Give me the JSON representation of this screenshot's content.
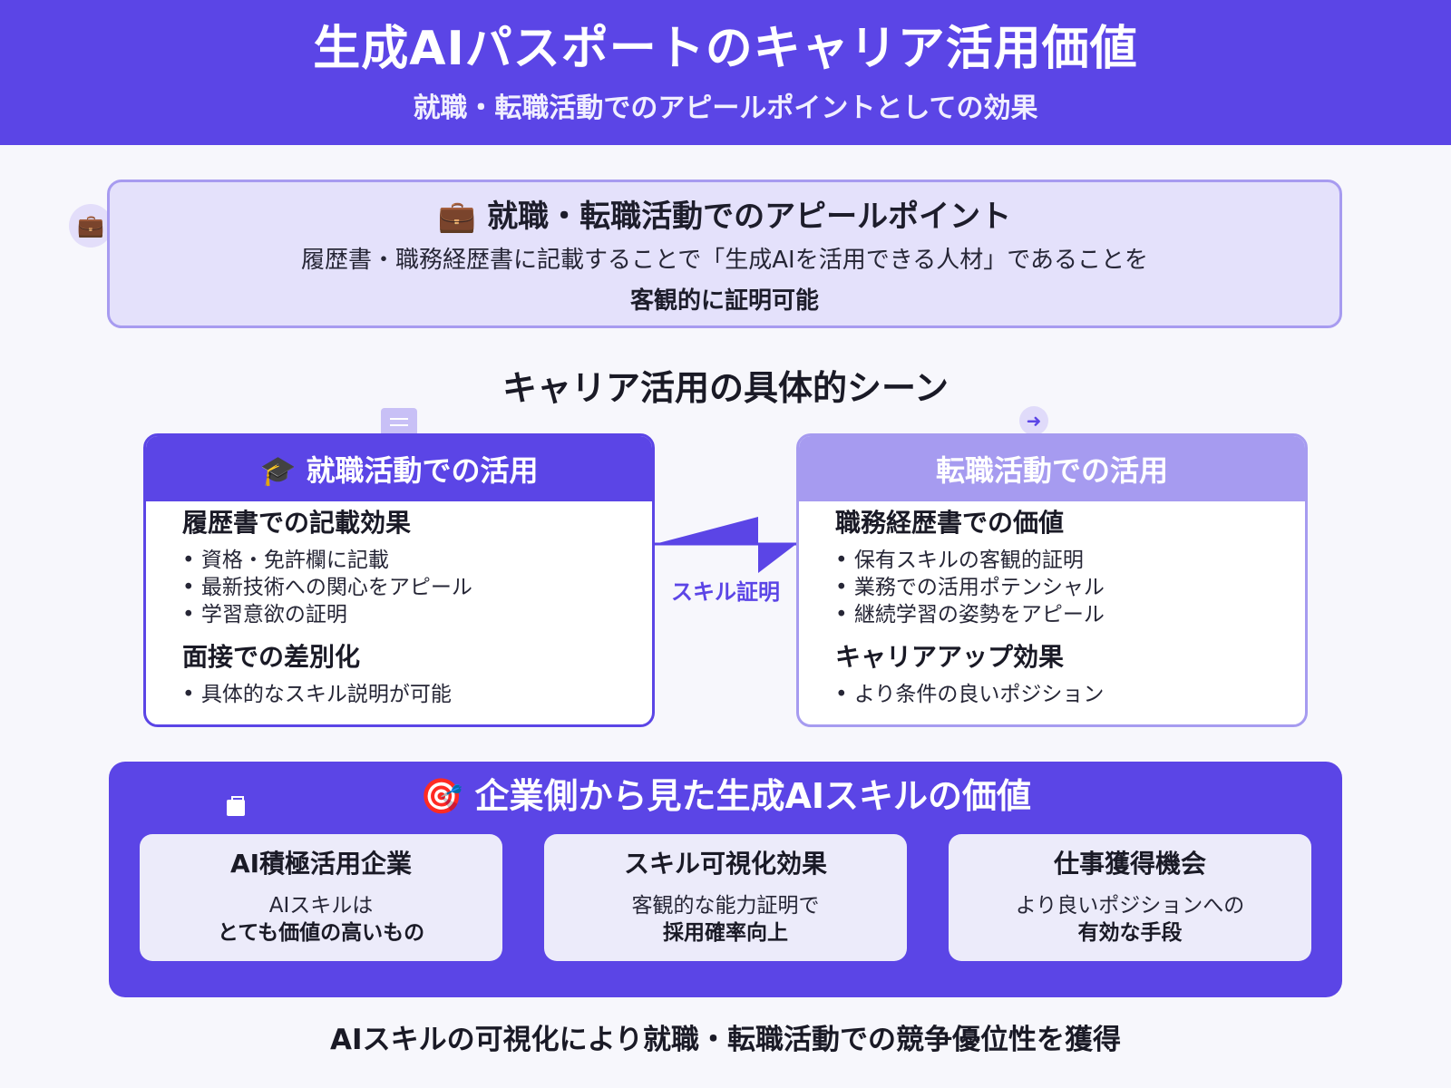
{
  "header": {
    "title": "生成AIパスポートのキャリア活用価値",
    "subtitle": "就職・転職活動でのアピールポイントとしての効果"
  },
  "appeal": {
    "badge_icon": "briefcase-icon",
    "title": "💼 就職・転職活動でのアピールポイント",
    "line1": "履歴書・職務経歴書に記載することで「生成AIを活用できる人材」であることを",
    "line2": "客観的に証明可能"
  },
  "scenes": {
    "title": "キャリア活用の具体的シーン",
    "connector_label": "スキル証明",
    "job_hunting": {
      "header": "🎓 就職活動での活用",
      "section1_title": "履歴書での記載効果",
      "section1_items": [
        "資格・免許欄に記載",
        "最新技術への関心をアピール",
        "学習意欲の証明"
      ],
      "section2_title": "面接での差別化",
      "section2_items": [
        "具体的なスキル説明が可能"
      ]
    },
    "job_change": {
      "header": "転職活動での活用",
      "section1_title": "職務経歴書での価値",
      "section1_items": [
        "保有スキルの客観的証明",
        "業務での活用ポテンシャル",
        "継続学習の姿勢をアピール"
      ],
      "section2_title": "キャリアアップ効果",
      "section2_items": [
        "より条件の良いポジション"
      ]
    }
  },
  "company_value": {
    "title": "🎯 企業側から見た生成AIスキルの価値",
    "cards": [
      {
        "title": "AI積極活用企業",
        "line1": "AIスキルは",
        "line2": "とても価値の高いもの"
      },
      {
        "title": "スキル可視化効果",
        "line1": "客観的な能力証明で",
        "line2": "採用確率向上"
      },
      {
        "title": "仕事獲得機会",
        "line1": "より良いポジションへの",
        "line2": "有効な手段"
      }
    ]
  },
  "footer": "AIスキルの可視化により就職・転職活動での競争優位性を獲得",
  "colors": {
    "accent": "#5b45e6",
    "accent_light": "#a69bf0",
    "panel_bg": "#e4e1fb",
    "page_bg": "#f7f7fc"
  }
}
